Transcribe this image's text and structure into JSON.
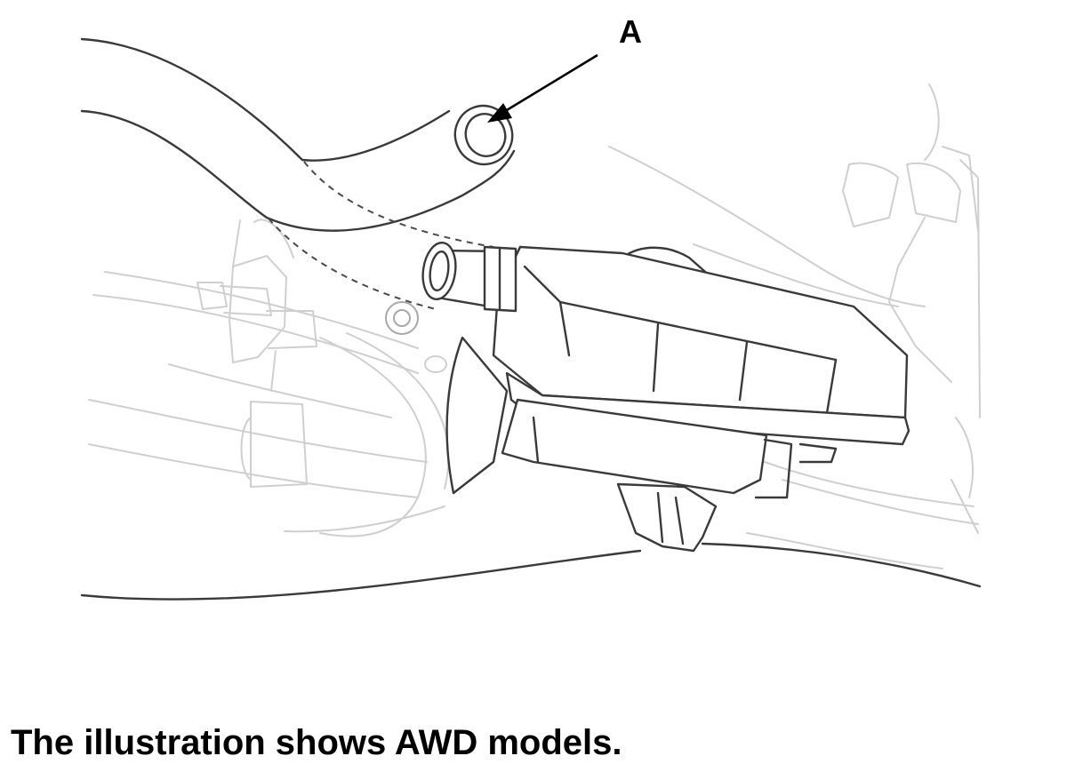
{
  "diagram": {
    "callouts": [
      {
        "id": "A",
        "label": "A"
      }
    ]
  },
  "caption": "The illustration shows AWD models.",
  "colors": {
    "line_dark": "#3a3a3a",
    "line_faint": "#cfcfcf",
    "text": "#000000"
  }
}
